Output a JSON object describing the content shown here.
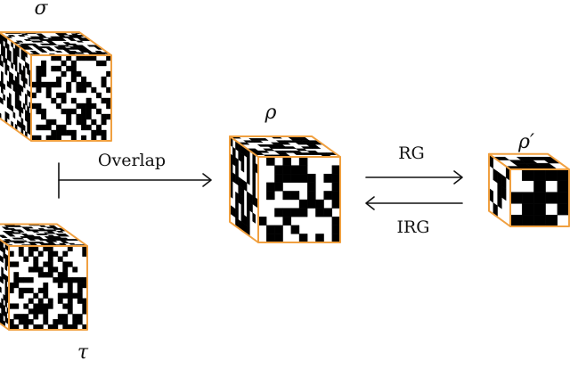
{
  "diagram": {
    "cubes": [
      {
        "id": "sigma",
        "label": "σ",
        "grid": 16,
        "seed": 11
      },
      {
        "id": "tau",
        "label": "τ",
        "grid": 16,
        "seed": 23
      },
      {
        "id": "rho",
        "label": "ρ",
        "grid": 10,
        "seed": 37
      },
      {
        "id": "rho-prime",
        "label": "ρ′",
        "grid": 5,
        "seed": 51
      }
    ],
    "arrows": {
      "overlap": "Overlap",
      "rg": "RG",
      "irg": "IRG"
    },
    "colors": {
      "edge": "#f0a040",
      "pixel_dark": "#000000",
      "pixel_light": "#ffffff"
    }
  }
}
